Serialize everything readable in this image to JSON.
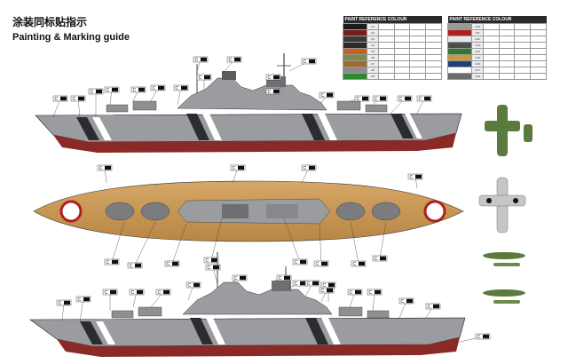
{
  "title_cn": "涂装同标贴指示",
  "title_en": "Painting & Marking guide",
  "paint_table_left": {
    "header": "PAINT REFERENCE COLOUR",
    "rows": [
      {
        "color": "#1c1c1c",
        "code": "C1"
      },
      {
        "color": "#7a1a1a",
        "code": "C2"
      },
      {
        "color": "#3a3a3a",
        "code": "C3"
      },
      {
        "color": "#2b2b2b",
        "code": "C4"
      },
      {
        "color": "#c8611c",
        "code": "C5"
      },
      {
        "color": "#7d8a4a",
        "code": "C6"
      },
      {
        "color": "#a06a2a",
        "code": "C7"
      },
      {
        "color": "#8c8c8c",
        "code": "C8"
      },
      {
        "color": "#2f8a2f",
        "code": "C9"
      }
    ]
  },
  "paint_table_right": {
    "header": "PAINT REFERENCE COLOUR",
    "rows": [
      {
        "color": "#9a9a9a",
        "code": "C10"
      },
      {
        "color": "#b01f1f",
        "code": "C11"
      },
      {
        "color": "#e6e6e6",
        "code": "C12"
      },
      {
        "color": "#4e4e4e",
        "code": "C13"
      },
      {
        "color": "#2d7a2d",
        "code": "C14"
      },
      {
        "color": "#c99a3a",
        "code": "C15"
      },
      {
        "color": "#1f3f7a",
        "code": "C16"
      },
      {
        "color": "#ffffff",
        "code": "C17"
      },
      {
        "color": "#6b6b6b",
        "code": "C18"
      }
    ]
  },
  "colors": {
    "hull_grey": "#8d8f93",
    "hull_light": "#c9cbce",
    "hull_dark": "#3c3e42",
    "hull_red": "#8a2a26",
    "deck_wood": "#c99856",
    "deck_grey": "#9a9ca0",
    "aircraft_green": "#5b7a3d",
    "aircraft_grey": "#c4c6c8",
    "callout_bg": "#ffffff",
    "line": "#222222"
  },
  "callout_labels": {
    "top": [
      "C",
      "C",
      "C",
      "C",
      "C",
      "C",
      "C",
      "C",
      "C",
      "C",
      "C",
      "C",
      "C",
      "C",
      "C",
      "C",
      "C",
      "C"
    ],
    "mid": [
      "C",
      "C",
      "C",
      "C",
      "C",
      "C",
      "C",
      "C",
      "C",
      "C",
      "C",
      "C"
    ],
    "bot": [
      "C",
      "C",
      "C",
      "C",
      "C",
      "C",
      "C",
      "C",
      "C",
      "C",
      "C",
      "C",
      "C",
      "C",
      "C",
      "C",
      "C",
      "C"
    ]
  }
}
